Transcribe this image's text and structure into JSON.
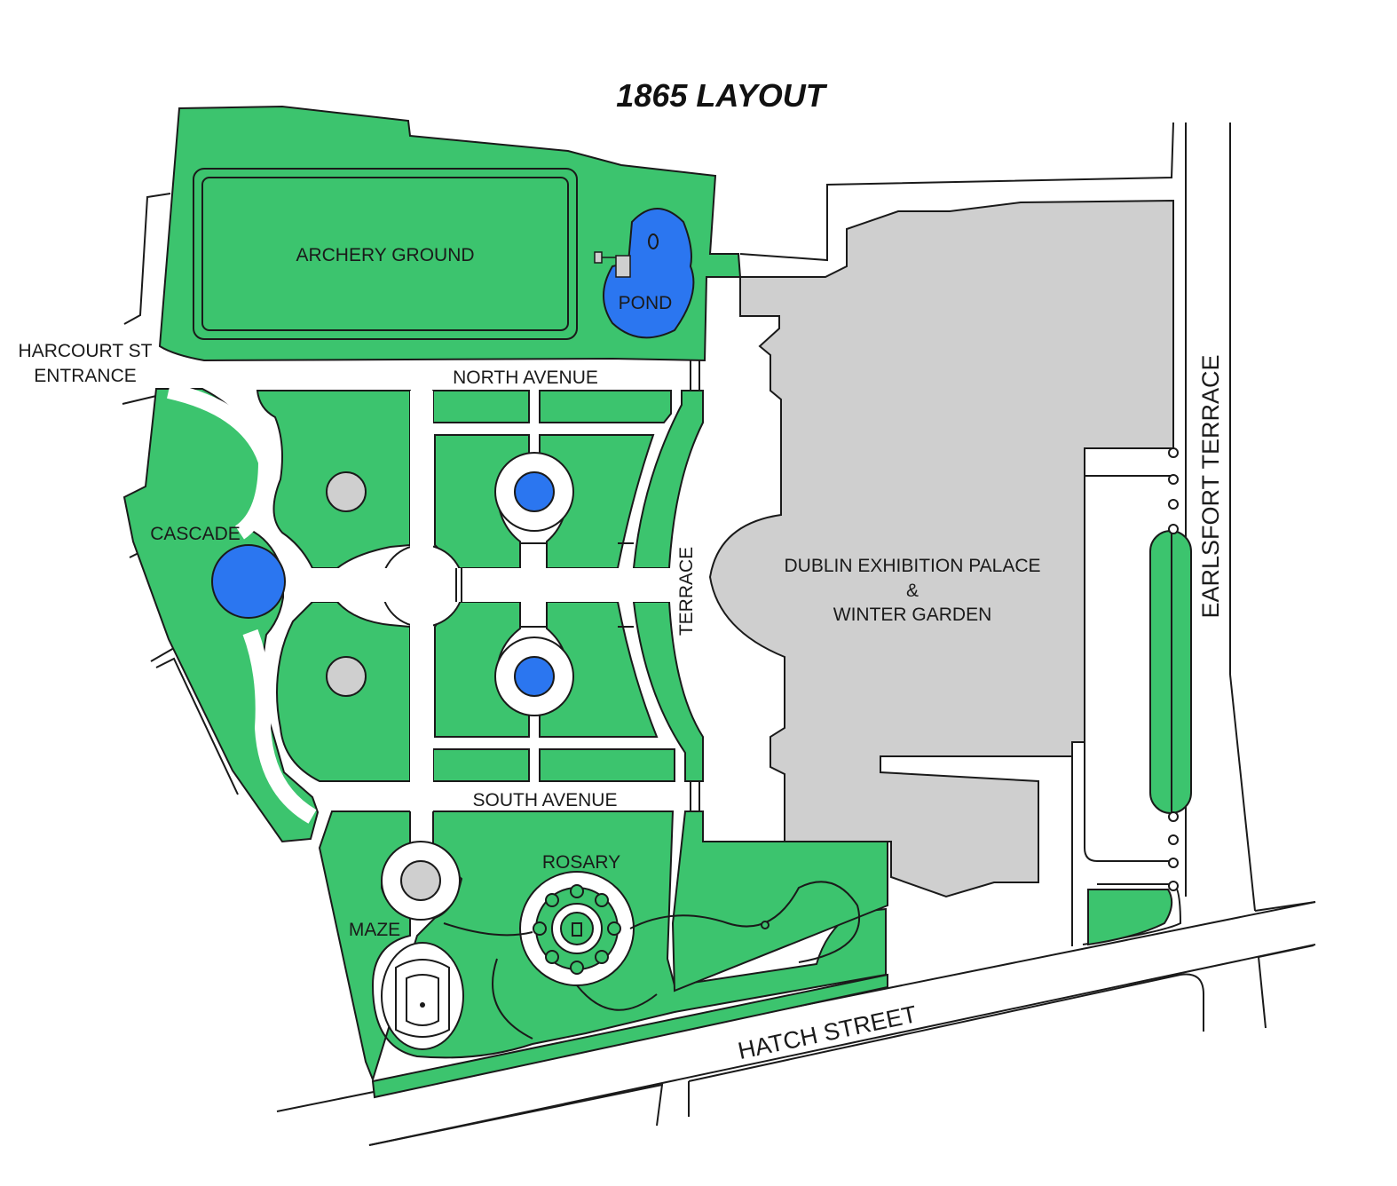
{
  "title": "1865 LAYOUT",
  "colors": {
    "grass": "#3cc46e",
    "water": "#2b76f0",
    "building": "#cfcfcf",
    "feature": "#cfcfcf",
    "outline": "#1a1a1a",
    "path": "#ffffff"
  },
  "labels": {
    "archery_ground": "ARCHERY GROUND",
    "pond": "POND",
    "harcourt_line1": "HARCOURT ST",
    "harcourt_line2": "ENTRANCE",
    "north_avenue": "NORTH AVENUE",
    "south_avenue": "SOUTH AVENUE",
    "cascade": "CASCADE",
    "terrace": "TERRACE",
    "palace_line1": "DUBLIN EXHIBITION PALACE",
    "palace_line2": "&",
    "palace_line3": "WINTER GARDEN",
    "earlsfort_terrace": "EARLSFORT TERRACE",
    "rosary": "ROSARY",
    "maze": "MAZE",
    "hatch_street": "HATCH STREET"
  },
  "icons": [
    "fountain-basin",
    "statue-plinth",
    "boathouse"
  ]
}
